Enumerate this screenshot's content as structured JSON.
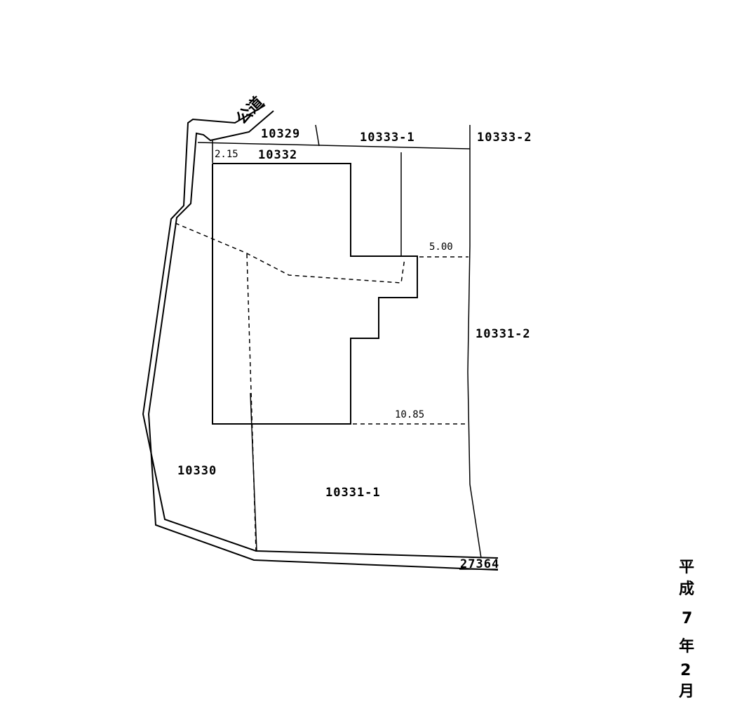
{
  "road_label": "公道",
  "lots": {
    "l10329": "10329",
    "l10333_1": "10333-1",
    "l10333_2": "10333-2",
    "l10332": "10332",
    "l10331_2": "10331-2",
    "l10330": "10330",
    "l10331_1": "10331-1",
    "l27364": "27364"
  },
  "dimensions": {
    "d2_15": "2.15",
    "d5_00": "5.00",
    "d10_85": "10.85"
  },
  "date_vertical": [
    "平",
    "成",
    "7",
    "年",
    "2",
    "月"
  ]
}
